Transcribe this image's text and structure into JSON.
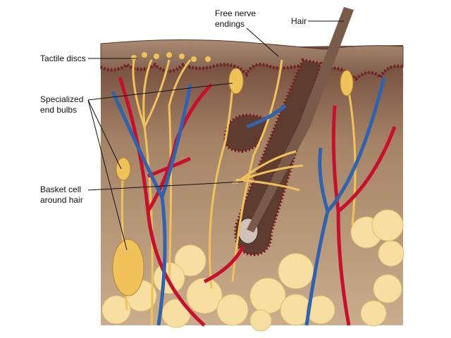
{
  "labels": {
    "tactile_discs": "Tactile discs",
    "specialized_end_bulbs_1": "Specialized",
    "specialized_end_bulbs_2": "end bulbs",
    "basket_cell_1": "Basket cell",
    "basket_cell_2": "around hair",
    "free_nerve_1": "Free nerve",
    "free_nerve_2": "endings",
    "hair": "Hair"
  },
  "colors": {
    "epidermis": "#8a6a55",
    "dermis_top": "#6e4a3c",
    "dermis_bottom": "#b89a7e",
    "artery": "#c8102e",
    "vein": "#2f63b0",
    "nerve": "#f2c25a",
    "fat": "#f6dfa0",
    "hair": "#7a5a48"
  }
}
